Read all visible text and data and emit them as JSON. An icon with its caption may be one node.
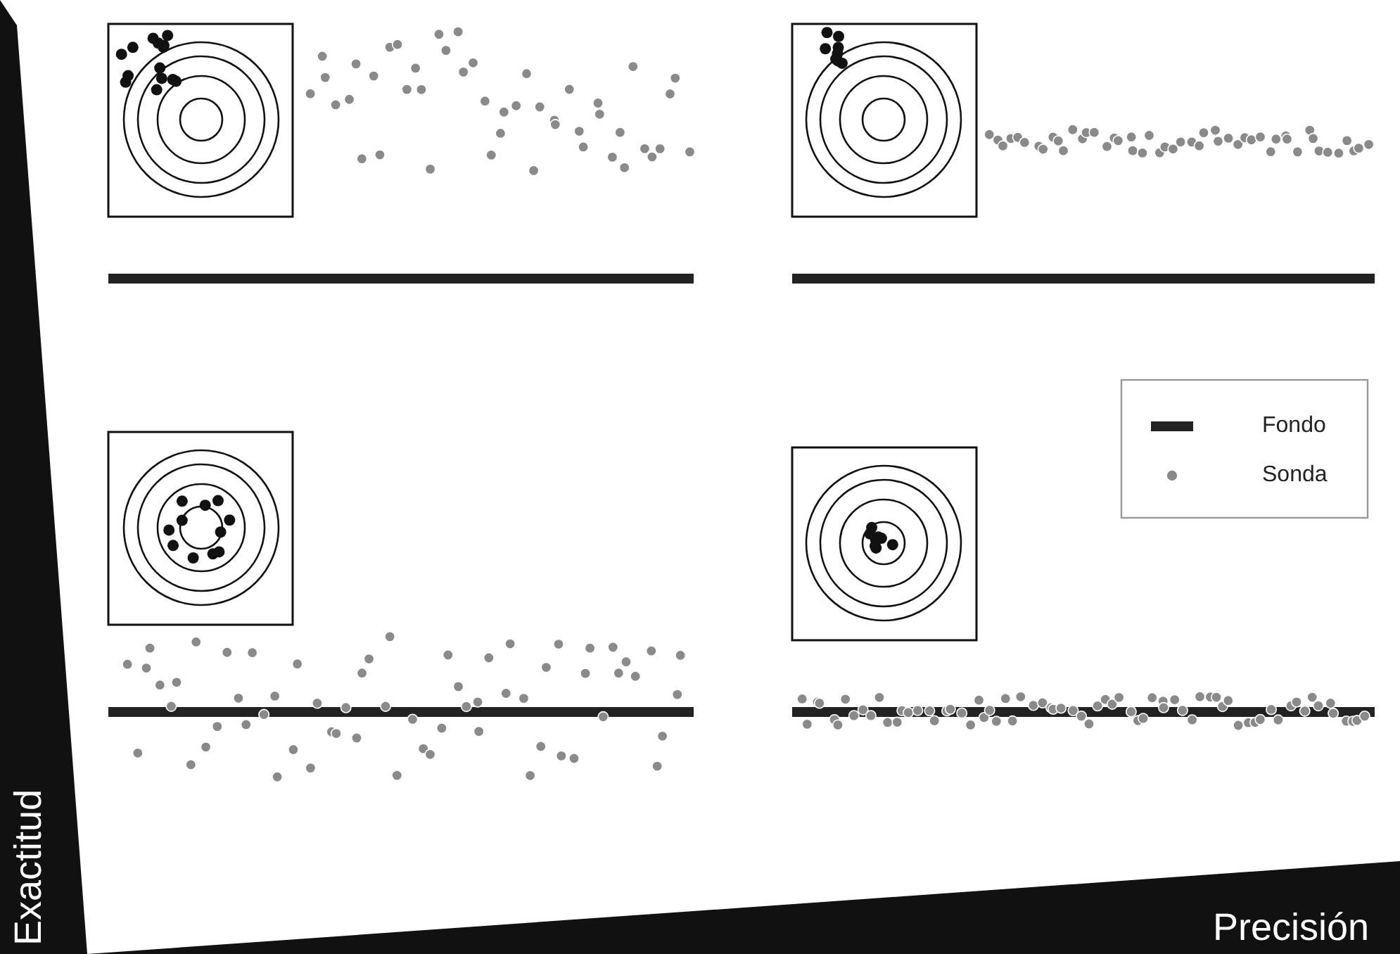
{
  "diagram": {
    "labels": [
      "Exactitud",
      "Precisión"
    ],
    "legend": [
      {
        "text": "Fondo"
      },
      {
        "text": "Sonda"
      }
    ]
  }
}
